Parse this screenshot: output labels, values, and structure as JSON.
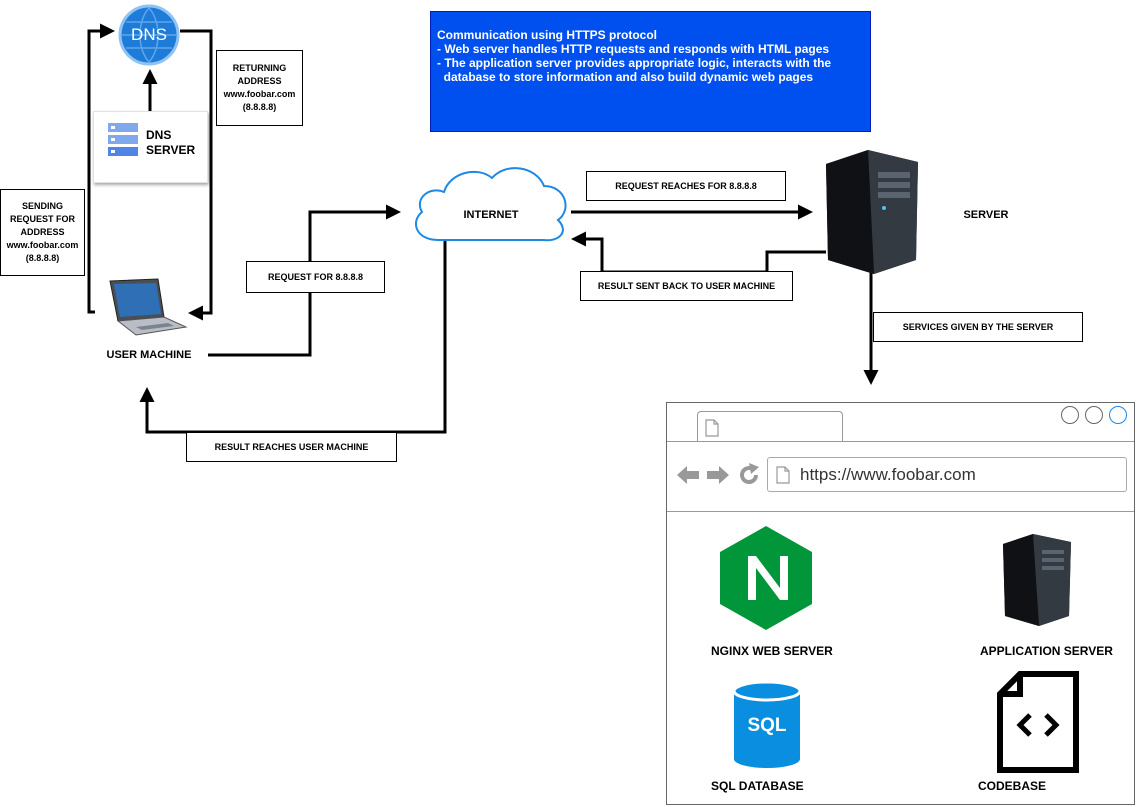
{
  "info": {
    "title": "Communication using HTTPS protocol",
    "line1": "- Web server handles HTTP requests and responds with HTML pages",
    "line2": "- The application server provides appropriate logic, interacts with the",
    "line3": "  database to store information and also build dynamic web pages"
  },
  "nodes": {
    "dns_icon_text": "DNS",
    "dns_server": [
      "DNS",
      "SERVER"
    ],
    "user_machine": "USER MACHINE",
    "internet": "INTERNET",
    "server": "SERVER"
  },
  "boxes": {
    "returning": [
      "RETURNING",
      "ADDRESS",
      "www.foobar.com",
      "(8.8.8.8)"
    ],
    "sending": [
      "SENDING",
      "REQUEST FOR",
      "ADDRESS",
      "www.foobar.com",
      "(8.8.8.8)"
    ],
    "request_for": "REQUEST FOR 8.8.8.8",
    "request_reaches": "REQUEST REACHES FOR 8.8.8.8",
    "result_sent_back": "RESULT SENT BACK TO USER MACHINE",
    "services_given": "SERVICES GIVEN BY THE SERVER",
    "result_reaches": "RESULT REACHES USER MACHINE"
  },
  "browser": {
    "url": "https://www.foobar.com",
    "services": {
      "nginx": "NGINX WEB SERVER",
      "app": "APPLICATION SERVER",
      "sql": "SQL DATABASE",
      "sql_icon_text": "SQL",
      "codebase": "CODEBASE"
    }
  },
  "colors": {
    "info_bg": "#0050ef",
    "dns_blue": "#1e7bd7",
    "cloud_stroke": "#1e88e5",
    "nginx_green": "#009639",
    "sql_blue": "#0a8ee0"
  }
}
